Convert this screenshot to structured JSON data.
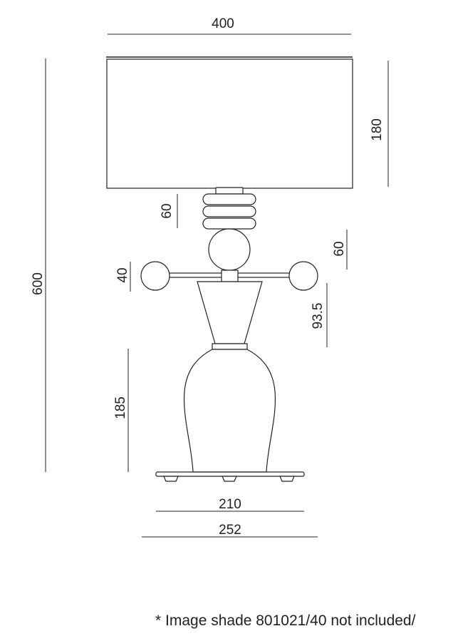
{
  "dimensions": {
    "shade_width": "400",
    "shade_height": "180",
    "total_height": "600",
    "upper_section": "60",
    "sphere": "60",
    "side_sphere": "40",
    "cone": "93.5",
    "body": "185",
    "body_width": "210",
    "base_width": "252"
  },
  "note": {
    "line1": "* Image shade 801021/40 not included/"
  },
  "colors": {
    "line": "#222222",
    "background": "#ffffff"
  }
}
